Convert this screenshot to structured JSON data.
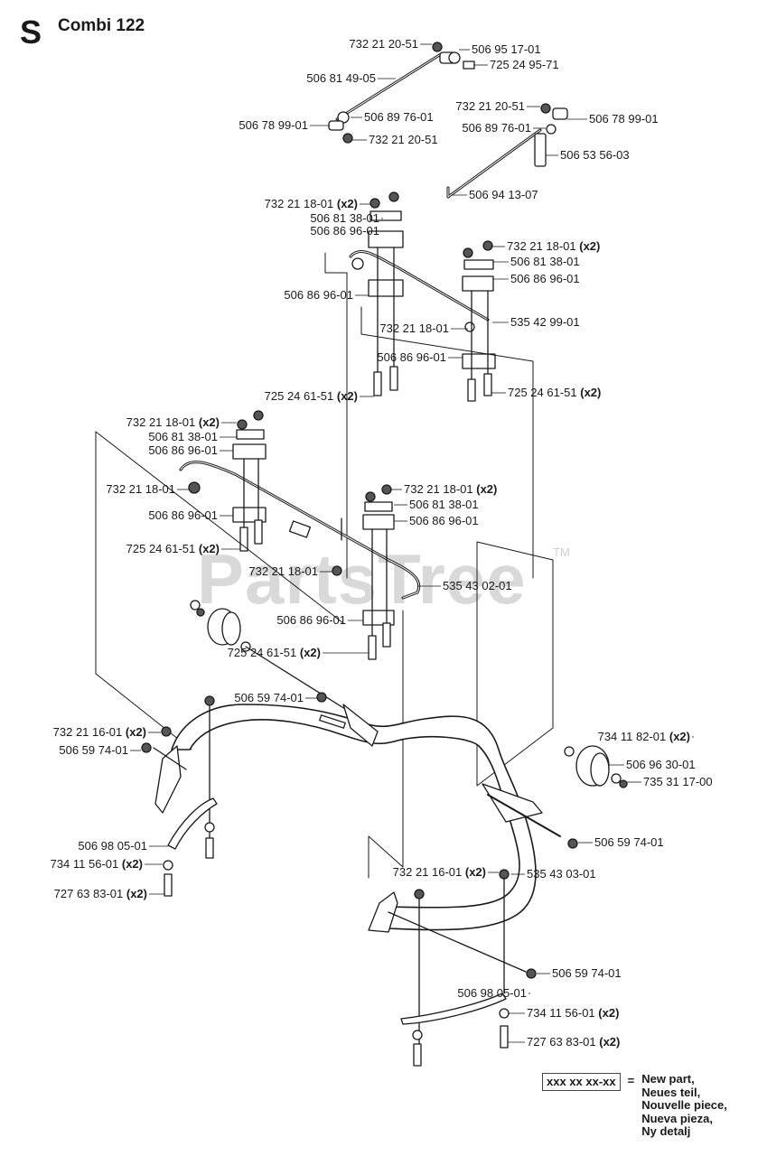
{
  "header": {
    "section_letter": "S",
    "title": "Combi 122"
  },
  "watermark": {
    "text": "PartsTree",
    "tm": "TM"
  },
  "legend": {
    "box": "xxx xx xx-xx",
    "equals": "=",
    "lines": [
      "New part,",
      "Neues teil,",
      "Nouvelle piece,",
      "Nueva pieza,",
      "Ny detalj"
    ]
  },
  "labels": [
    {
      "code": "732 21 20-51"
    },
    {
      "code": "506 95 17-01"
    },
    {
      "code": "725 24 95-71"
    },
    {
      "code": "506 81 49-05"
    },
    {
      "code": "506 78 99-01"
    },
    {
      "code": "506 89 76-01"
    },
    {
      "code": "732 21 20-51"
    },
    {
      "code": "732 21 20-51"
    },
    {
      "code": "506 78 99-01"
    },
    {
      "code": "506 89 76-01"
    },
    {
      "code": "506 53 56-03"
    },
    {
      "code": "506 94 13-07"
    },
    {
      "code": "732 21 18-01",
      "qty": "(x2)"
    },
    {
      "code": "506 81 38-01"
    },
    {
      "code": "506 86 96-01"
    },
    {
      "code": "732 21 18-01",
      "qty": "(x2)"
    },
    {
      "code": "506 81 38-01"
    },
    {
      "code": "506 86 96-01"
    },
    {
      "code": "506 86 96-01"
    },
    {
      "code": "732 21 18-01"
    },
    {
      "code": "535 42 99-01"
    },
    {
      "code": "506 86 96-01"
    },
    {
      "code": "725 24 61-51",
      "qty": "(x2)"
    },
    {
      "code": "725 24 61-51",
      "qty": "(x2)"
    },
    {
      "code": "732 21 18-01",
      "qty": "(x2)"
    },
    {
      "code": "506 81 38-01"
    },
    {
      "code": "506 86 96-01"
    },
    {
      "code": "732 21 18-01"
    },
    {
      "code": "732 21 18-01",
      "qty": "(x2)"
    },
    {
      "code": "506 81 38-01"
    },
    {
      "code": "506 86 96-01"
    },
    {
      "code": "506 86 96-01"
    },
    {
      "code": "725 24 61-51",
      "qty": "(x2)"
    },
    {
      "code": "732 21 18-01"
    },
    {
      "code": "535 43 02-01"
    },
    {
      "code": "506 86 96-01"
    },
    {
      "code": "725 24 61-51",
      "qty": "(x2)"
    },
    {
      "code": "506 59 74-01"
    },
    {
      "code": "732 21 16-01",
      "qty": "(x2)"
    },
    {
      "code": "506 59 74-01"
    },
    {
      "code": "734 11 82-01",
      "qty": "(x2)"
    },
    {
      "code": "506 96 30-01"
    },
    {
      "code": "735 31 17-00"
    },
    {
      "code": "506 59 74-01"
    },
    {
      "code": "506 98 05-01"
    },
    {
      "code": "734 11 56-01",
      "qty": "(x2)"
    },
    {
      "code": "727 63 83-01",
      "qty": "(x2)"
    },
    {
      "code": "732 21 16-01",
      "qty": "(x2)"
    },
    {
      "code": "535 43 03-01"
    },
    {
      "code": "506 59 74-01"
    },
    {
      "code": "506 98 05-01"
    },
    {
      "code": "734 11 56-01",
      "qty": "(x2)"
    },
    {
      "code": "727 63 83-01",
      "qty": "(x2)"
    }
  ]
}
